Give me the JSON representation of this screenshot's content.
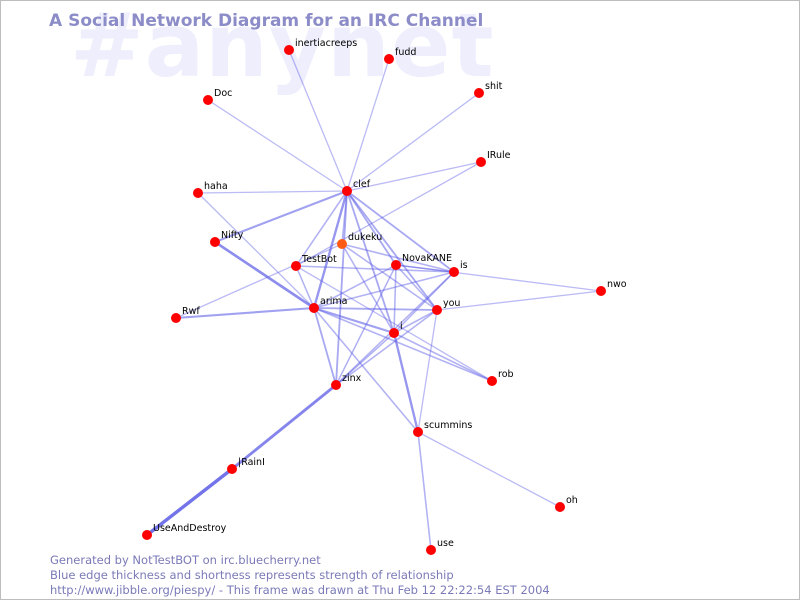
{
  "watermark": "#anynet",
  "title": "A Social Network Diagram for an IRC Channel",
  "footer": {
    "line1": "Generated by NotTestBOT on irc.bluecherry.net",
    "line2": "Blue edge thickness and shortness represents strength of relationship",
    "line3": "http://www.jibble.org/piespy/ - This frame was drawn at Thu Feb 12 22:22:54 EST 2004"
  },
  "colors": {
    "node": "#ff0000",
    "node_highlight": "#ff5a14",
    "edge": "#5a5ae6",
    "title": "#8c8cc8",
    "watermark": "#eeeefc"
  },
  "nodes": [
    {
      "id": "inertiacreeps",
      "label": "inertiacreeps"
    },
    {
      "id": "fudd",
      "label": "fudd"
    },
    {
      "id": "shit",
      "label": "shit"
    },
    {
      "id": "Doc",
      "label": "Doc"
    },
    {
      "id": "IRule",
      "label": "IRule"
    },
    {
      "id": "clef",
      "label": "clef"
    },
    {
      "id": "haha",
      "label": "haha"
    },
    {
      "id": "dukeku",
      "label": "dukeku",
      "highlight": true
    },
    {
      "id": "Nifty",
      "label": "Nifty"
    },
    {
      "id": "TestBot",
      "label": "TestBot"
    },
    {
      "id": "NovaKANE",
      "label": "NovaKANE"
    },
    {
      "id": "is",
      "label": "is"
    },
    {
      "id": "nwo",
      "label": "nwo"
    },
    {
      "id": "arima",
      "label": "arima"
    },
    {
      "id": "Rwf",
      "label": "Rwf"
    },
    {
      "id": "you",
      "label": "you"
    },
    {
      "id": "i",
      "label": "i"
    },
    {
      "id": "zinx",
      "label": "zinx"
    },
    {
      "id": "rob",
      "label": "rob"
    },
    {
      "id": "scummins",
      "label": "scummins"
    },
    {
      "id": "IRainI",
      "label": "|RainI"
    },
    {
      "id": "oh",
      "label": "oh"
    },
    {
      "id": "UseAndDestroy",
      "label": "UseAndDestroy"
    },
    {
      "id": "use",
      "label": "use"
    }
  ],
  "edges": [
    {
      "source": "clef",
      "target": "inertiacreeps",
      "strength": 0.2
    },
    {
      "source": "clef",
      "target": "fudd",
      "strength": 0.2
    },
    {
      "source": "clef",
      "target": "shit",
      "strength": 0.2
    },
    {
      "source": "clef",
      "target": "Doc",
      "strength": 0.2
    },
    {
      "source": "clef",
      "target": "IRule",
      "strength": 0.2
    },
    {
      "source": "clef",
      "target": "haha",
      "strength": 0.2
    },
    {
      "source": "clef",
      "target": "Nifty",
      "strength": 0.5
    },
    {
      "source": "clef",
      "target": "dukeku",
      "strength": 0.3
    },
    {
      "source": "clef",
      "target": "TestBot",
      "strength": 0.3
    },
    {
      "source": "clef",
      "target": "arima",
      "strength": 0.6
    },
    {
      "source": "clef",
      "target": "NovaKANE",
      "strength": 0.4
    },
    {
      "source": "clef",
      "target": "is",
      "strength": 0.4
    },
    {
      "source": "clef",
      "target": "you",
      "strength": 0.4
    },
    {
      "source": "clef",
      "target": "i",
      "strength": 0.4
    },
    {
      "source": "clef",
      "target": "zinx",
      "strength": 0.4
    },
    {
      "source": "haha",
      "target": "arima",
      "strength": 0.2
    },
    {
      "source": "Nifty",
      "target": "arima",
      "strength": 0.7
    },
    {
      "source": "Rwf",
      "target": "arima",
      "strength": 0.5
    },
    {
      "source": "Rwf",
      "target": "dukeku",
      "strength": 0.2
    },
    {
      "source": "IRule",
      "target": "TestBot",
      "strength": 0.2
    },
    {
      "source": "dukeku",
      "target": "is",
      "strength": 0.3
    },
    {
      "source": "dukeku",
      "target": "you",
      "strength": 0.3
    },
    {
      "source": "dukeku",
      "target": "i",
      "strength": 0.3
    },
    {
      "source": "TestBot",
      "target": "is",
      "strength": 0.3
    },
    {
      "source": "TestBot",
      "target": "arima",
      "strength": 0.3
    },
    {
      "source": "TestBot",
      "target": "rob",
      "strength": 0.2
    },
    {
      "source": "NovaKANE",
      "target": "is",
      "strength": 0.3
    },
    {
      "source": "NovaKANE",
      "target": "arima",
      "strength": 0.3
    },
    {
      "source": "NovaKANE",
      "target": "i",
      "strength": 0.3
    },
    {
      "source": "NovaKANE",
      "target": "zinx",
      "strength": 0.3
    },
    {
      "source": "NovaKANE",
      "target": "nwo",
      "strength": 0.2
    },
    {
      "source": "NovaKANE",
      "target": "you",
      "strength": 0.3
    },
    {
      "source": "is",
      "target": "arima",
      "strength": 0.3
    },
    {
      "source": "is",
      "target": "i",
      "strength": 0.3
    },
    {
      "source": "is",
      "target": "zinx",
      "strength": 0.3
    },
    {
      "source": "arima",
      "target": "i",
      "strength": 0.5
    },
    {
      "source": "arima",
      "target": "you",
      "strength": 0.4
    },
    {
      "source": "arima",
      "target": "zinx",
      "strength": 0.4
    },
    {
      "source": "arima",
      "target": "scummins",
      "strength": 0.3
    },
    {
      "source": "arima",
      "target": "rob",
      "strength": 0.3
    },
    {
      "source": "you",
      "target": "nwo",
      "strength": 0.2
    },
    {
      "source": "you",
      "target": "i",
      "strength": 0.3
    },
    {
      "source": "you",
      "target": "zinx",
      "strength": 0.3
    },
    {
      "source": "you",
      "target": "scummins",
      "strength": 0.2
    },
    {
      "source": "i",
      "target": "zinx",
      "strength": 0.3
    },
    {
      "source": "i",
      "target": "scummins",
      "strength": 0.6
    },
    {
      "source": "i",
      "target": "rob",
      "strength": 0.3
    },
    {
      "source": "zinx",
      "target": "IRainI",
      "strength": 0.8
    },
    {
      "source": "IRainI",
      "target": "UseAndDestroy",
      "strength": 1.0
    },
    {
      "source": "scummins",
      "target": "oh",
      "strength": 0.2
    },
    {
      "source": "scummins",
      "target": "use",
      "strength": 0.3
    }
  ]
}
